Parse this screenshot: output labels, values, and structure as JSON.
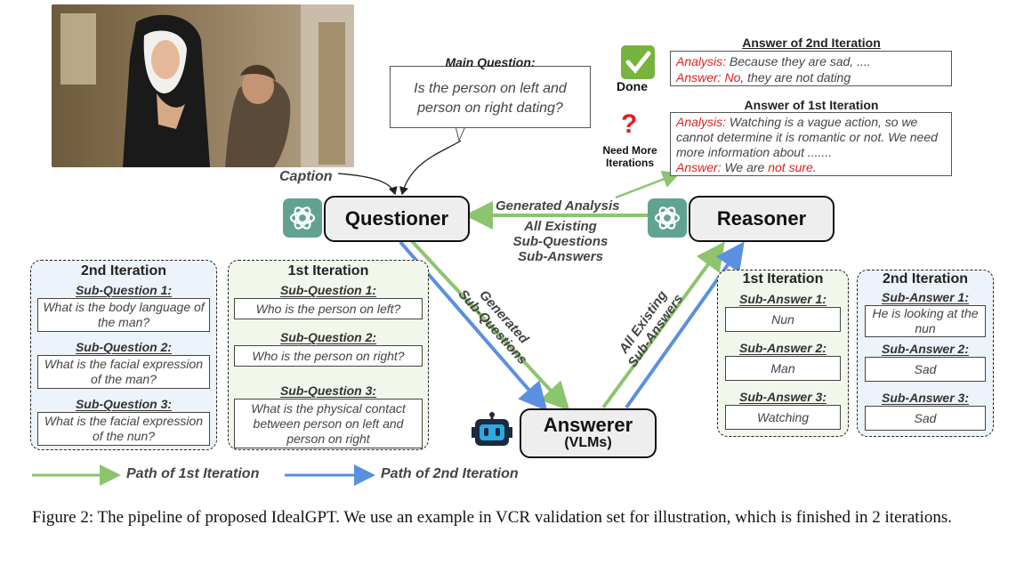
{
  "main_question": {
    "title": "Main Question:",
    "text": "Is the person on left and person on right dating?"
  },
  "caption_label": "Caption",
  "nodes": {
    "questioner": "Questioner",
    "reasoner": "Reasoner",
    "answerer": "Answerer",
    "answerer_sub": "(VLMs)"
  },
  "answers": {
    "second": {
      "title": "Answer of 2nd Iteration",
      "analysis_key": "Analysis:",
      "analysis_text": " Because they are sad, ....",
      "answer_key": "Answer:",
      "answer_value": "No",
      "answer_rest": ", they are not dating"
    },
    "first": {
      "title": "Answer of 1st Iteration",
      "analysis_key": "Analysis:",
      "analysis_text": " Watching is a vague action, so we cannot determine it is romantic or not. We need more information about  .......",
      "answer_key": "Answer:",
      "answer_value1": "We are ",
      "answer_value2": "not sure",
      "answer_end": "."
    }
  },
  "status": {
    "done": "Done",
    "need_more": "Need More Iterations"
  },
  "edge_labels": {
    "generated_analysis": "Generated Analysis",
    "all_existing_1": "All Existing",
    "all_existing_2": "Sub-Questions",
    "all_existing_3": "Sub-Answers",
    "gen_subq_1": "Generated",
    "gen_subq_2": "Sub-Questions",
    "all_sa_1": "All Existing",
    "all_sa_2": "Sub-Answers"
  },
  "q2": {
    "title": "2nd Iteration",
    "items": [
      {
        "label": "Sub-Question 1:",
        "text": "What is the body language of the man?"
      },
      {
        "label": "Sub-Question 2:",
        "text": "What is the facial expression of the man?"
      },
      {
        "label": "Sub-Question 3:",
        "text": "What is the facial expression of the nun?"
      }
    ]
  },
  "q1": {
    "title": "1st Iteration",
    "items": [
      {
        "label": "Sub-Question 1:",
        "text": "Who is the person on left?"
      },
      {
        "label": "Sub-Question 2:",
        "text": "Who is the person on right?"
      },
      {
        "label": "Sub-Question 3:",
        "text": "What is the physical contact between person on left and person on right"
      }
    ]
  },
  "a1": {
    "title": "1st Iteration",
    "items": [
      {
        "label": "Sub-Answer 1:",
        "text": "Nun"
      },
      {
        "label": "Sub-Answer 2:",
        "text": "Man"
      },
      {
        "label": "Sub-Answer 3:",
        "text": "Watching"
      }
    ]
  },
  "a2": {
    "title": "2nd Iteration",
    "items": [
      {
        "label": "Sub-Answer 1:",
        "text": "He is looking at the nun"
      },
      {
        "label": "Sub-Answer 2:",
        "text": "Sad"
      },
      {
        "label": "Sub-Answer 3:",
        "text": "Sad"
      }
    ]
  },
  "legend": {
    "first": "Path of 1st Iteration",
    "second": "Path of 2nd Iteration",
    "first_color": "#8dc46e",
    "second_color": "#5b8fe0"
  },
  "figure_caption": "Figure 2: The pipeline of proposed IdealGPT. We use an example in VCR validation set for illustration, which is finished in 2 iterations."
}
